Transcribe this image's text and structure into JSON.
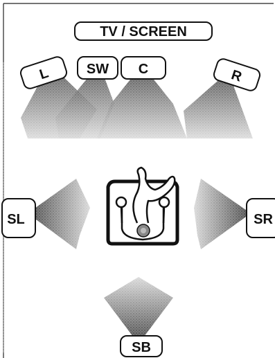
{
  "diagram": {
    "screen_label": "TV / SCREEN",
    "speakers": [
      {
        "id": "L",
        "label": "L"
      },
      {
        "id": "SW",
        "label": "SW"
      },
      {
        "id": "C",
        "label": "C"
      },
      {
        "id": "R",
        "label": "R"
      },
      {
        "id": "SL",
        "label": "SL"
      },
      {
        "id": "SR",
        "label": "SR"
      },
      {
        "id": "SB",
        "label": "SB"
      }
    ]
  }
}
